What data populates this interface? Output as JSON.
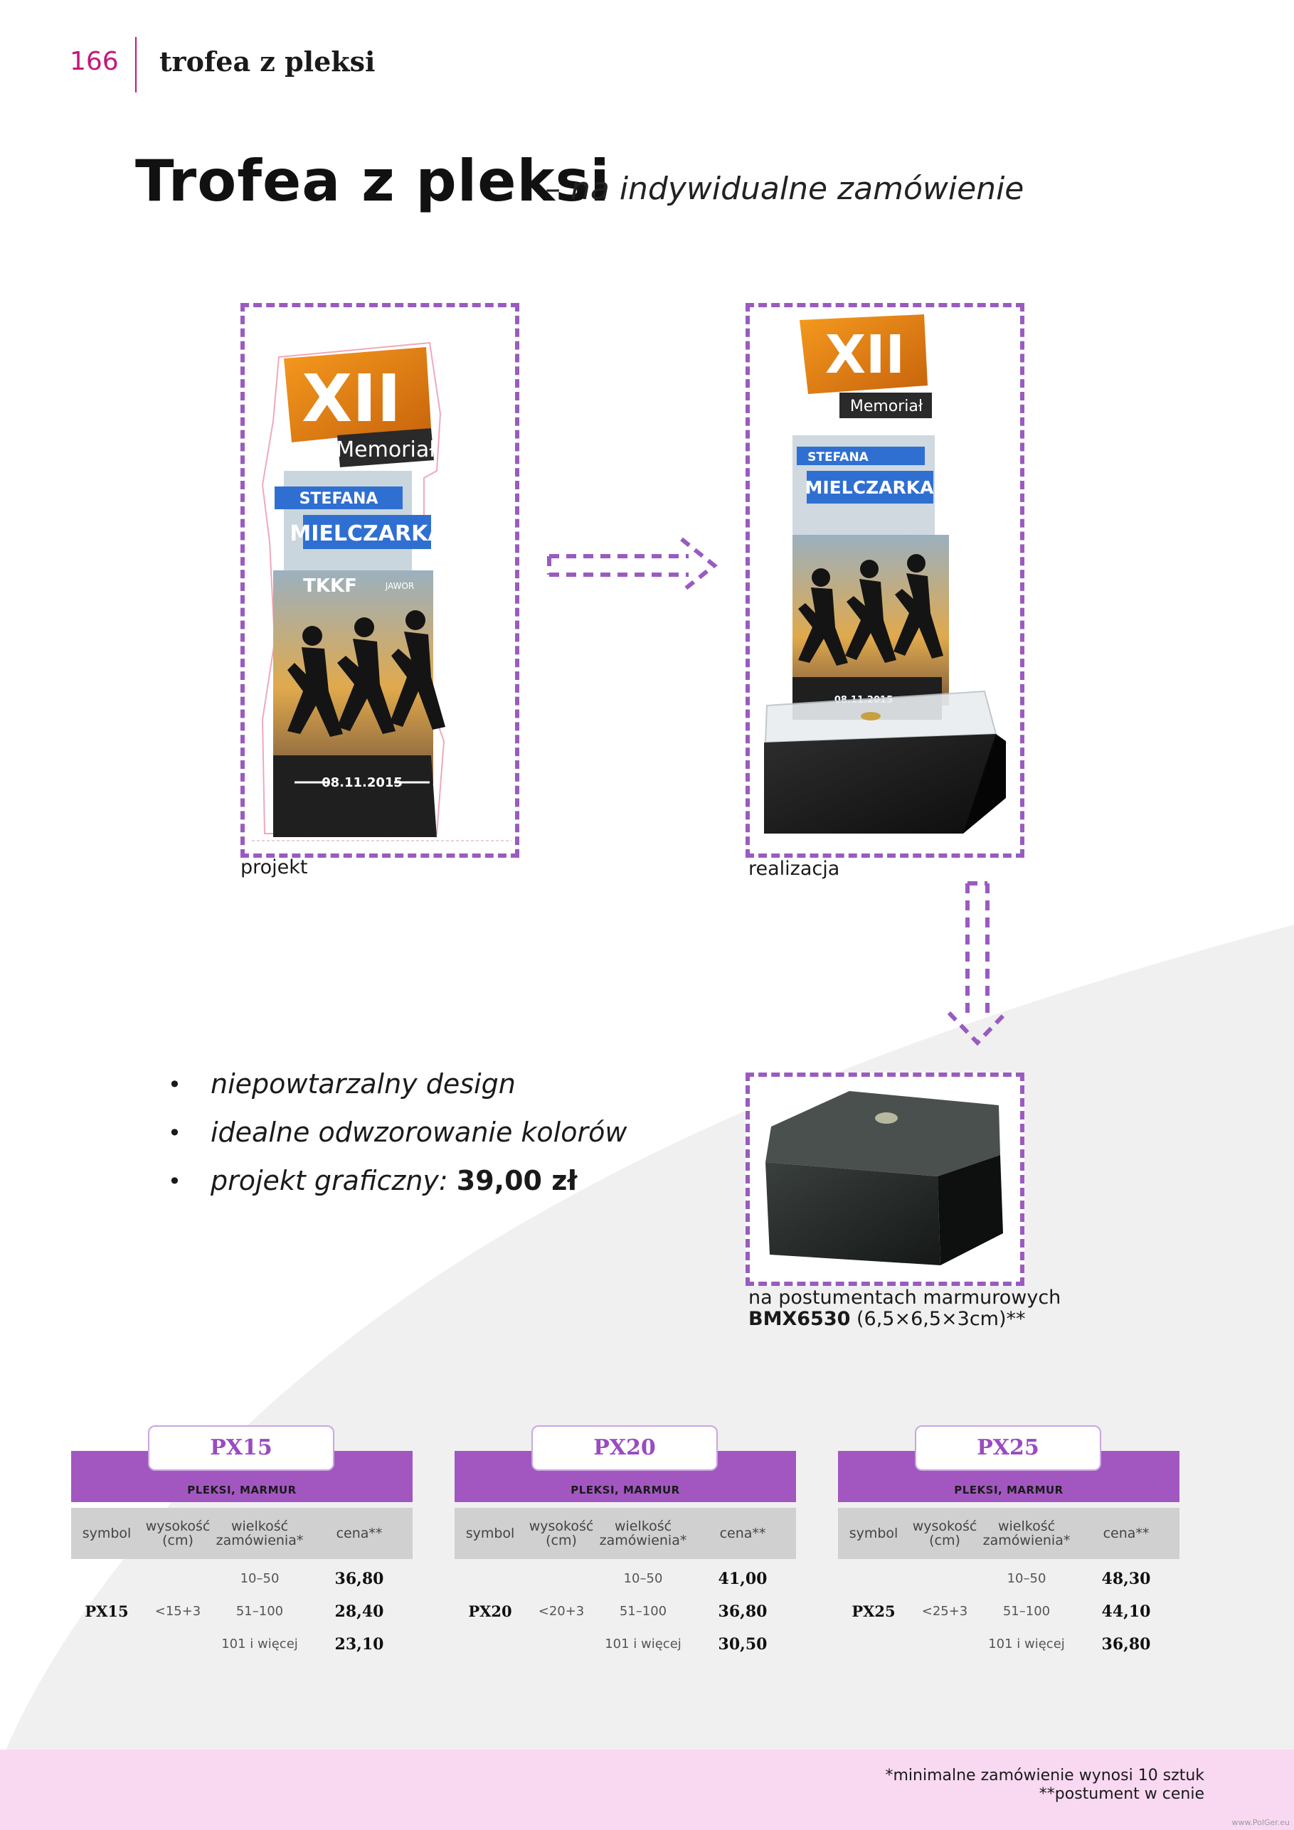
{
  "header": {
    "page_number": "166",
    "section": "trofea z pleksi"
  },
  "heading": {
    "title": "Trofea z pleksi",
    "subtitle": "– na indywidualne zamówienie"
  },
  "figures": {
    "project": {
      "caption": "projekt",
      "graphic_text": {
        "number": "XII",
        "memorial": "Memoriał",
        "first_name": "STEFANA",
        "surname": "MIELCZARKA",
        "club": "TKKF",
        "town": "JAWOR",
        "date": "08.11.2015"
      }
    },
    "realization": {
      "caption": "realizacja"
    },
    "base": {
      "caption_line1": "na postumentach marmurowych",
      "model": "BMX6530",
      "dimensions": " (6,5×6,5×3cm)**"
    }
  },
  "features": [
    {
      "text": "niepowtarzalny design"
    },
    {
      "text": "idealne odwzorowanie kolorów"
    },
    {
      "text": "projekt graficzny: ",
      "price": "39,00 zł"
    }
  ],
  "tables": [
    {
      "name": "PX15",
      "material": "PLEKSI, MARMUR",
      "headers": {
        "symbol": "symbol",
        "height": "wysokość (cm)",
        "order": "wielkość zamówienia*",
        "price": "cena**"
      },
      "symbol": "PX15",
      "height": "<15+3",
      "rows": [
        {
          "order": "10–50",
          "price": "36,80"
        },
        {
          "order": "51–100",
          "price": "28,40"
        },
        {
          "order": "101 i więcej",
          "price": "23,10"
        }
      ]
    },
    {
      "name": "PX20",
      "material": "PLEKSI, MARMUR",
      "headers": {
        "symbol": "symbol",
        "height": "wysokość (cm)",
        "order": "wielkość zamówienia*",
        "price": "cena**"
      },
      "symbol": "PX20",
      "height": "<20+3",
      "rows": [
        {
          "order": "10–50",
          "price": "41,00"
        },
        {
          "order": "51–100",
          "price": "36,80"
        },
        {
          "order": "101 i więcej",
          "price": "30,50"
        }
      ]
    },
    {
      "name": "PX25",
      "material": "PLEKSI, MARMUR",
      "headers": {
        "symbol": "symbol",
        "height": "wysokość (cm)",
        "order": "wielkość zamówienia*",
        "price": "cena**"
      },
      "symbol": "PX25",
      "height": "<25+3",
      "rows": [
        {
          "order": "10–50",
          "price": "48,30"
        },
        {
          "order": "51–100",
          "price": "44,10"
        },
        {
          "order": "101 i więcej",
          "price": "36,80"
        }
      ]
    }
  ],
  "footnotes": {
    "min_order": "*minimalne zamówienie wynosi 10 sztuk",
    "base_included": "**postument w cenie"
  },
  "credit": "www.PolGer.eu",
  "colors": {
    "accent": "#c2187b",
    "purple": "#a257c0",
    "frame": "#9a5bc0",
    "band": "#f9d9f2"
  }
}
